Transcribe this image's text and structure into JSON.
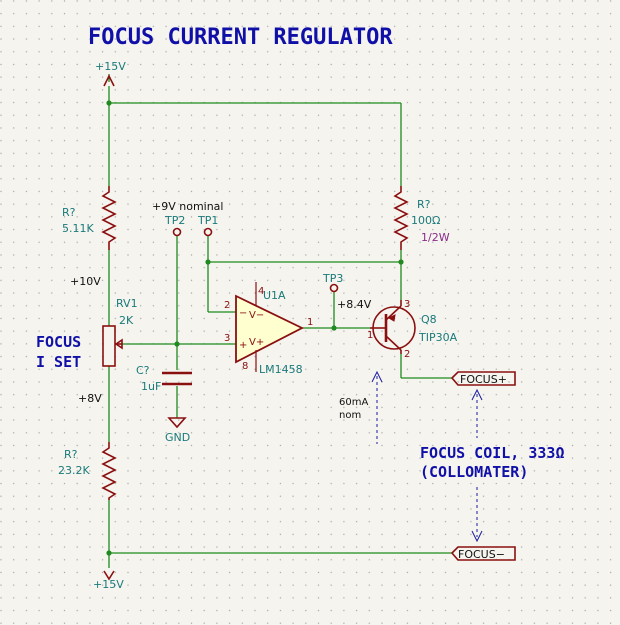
{
  "title": "FOCUS CURRENT REGULATOR",
  "power": {
    "top_label": "+15V",
    "bottom_label": "+15V"
  },
  "resistors": {
    "r_top": {
      "ref": "R?",
      "value": "5.11K"
    },
    "r_bottom": {
      "ref": "R?",
      "value": "23.2K"
    },
    "r_sense": {
      "ref": "R?",
      "value": "100Ω",
      "power": "1/2W"
    }
  },
  "pot": {
    "ref": "RV1",
    "value": "2K"
  },
  "voltages": {
    "v10": "+10V",
    "v8": "+8V",
    "v84": "+8.4V",
    "v9": "+9V nominal"
  },
  "testpoints": {
    "tp1": "TP1",
    "tp2": "TP2",
    "tp3": "TP3"
  },
  "capacitor": {
    "ref": "C?",
    "value": "1uF"
  },
  "ground": "GND",
  "opamp": {
    "ref": "U1A",
    "part": "LM1458",
    "pin_inv": "2",
    "pin_noninv": "3",
    "pin_out": "1",
    "pin_v_neg": "4",
    "pin_v_pos": "8",
    "sym_minus": "−",
    "sym_plus": "+",
    "sym_v_minus": "V−",
    "sym_v_plus": "V+"
  },
  "transistor": {
    "ref": "Q8",
    "part": "TIP30A",
    "pin_b": "1",
    "pin_c": "2",
    "pin_e": "3"
  },
  "current_note": {
    "line1": "60mA",
    "line2": "nom"
  },
  "labels": {
    "focus_set_1": "FOCUS",
    "focus_set_2": "I SET",
    "focus_plus": "FOCUS+",
    "focus_minus": "FOCUS−",
    "coil_1": "FOCUS COIL, 333Ω",
    "coil_2": "(COLLOMATER)"
  }
}
